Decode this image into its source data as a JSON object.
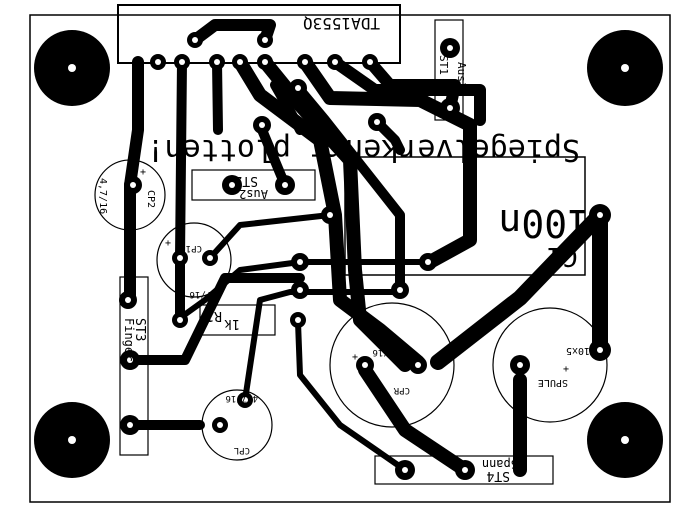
{
  "board": {
    "ic_label": "TDA1553Q",
    "title_text": "Spiegelverkehrt plotten!",
    "cap_100n_label": "100n",
    "c1_label": "C1",
    "st2_label": "ST2",
    "st2_sub": "Aus2",
    "st3_label": "ST3",
    "st3_sub": "Finger",
    "st4_label": "ST4",
    "st4_sub": "Spann",
    "st1_label": "ST1",
    "st1_sub": "Aus1",
    "cp2_label": "CP2",
    "cp2_value": "4,7/16",
    "cp1_label": "CP1",
    "cp1_value": "4,7/16",
    "cpl_label": "CPL",
    "cpl_value": "4,7/16",
    "cpr_label": "CPR",
    "cpr_value": "100/16",
    "r1_label": "R1",
    "r1_value": "1k",
    "spule_label": "SPULE",
    "spule_value": "10x5",
    "plus_sign": "+"
  }
}
